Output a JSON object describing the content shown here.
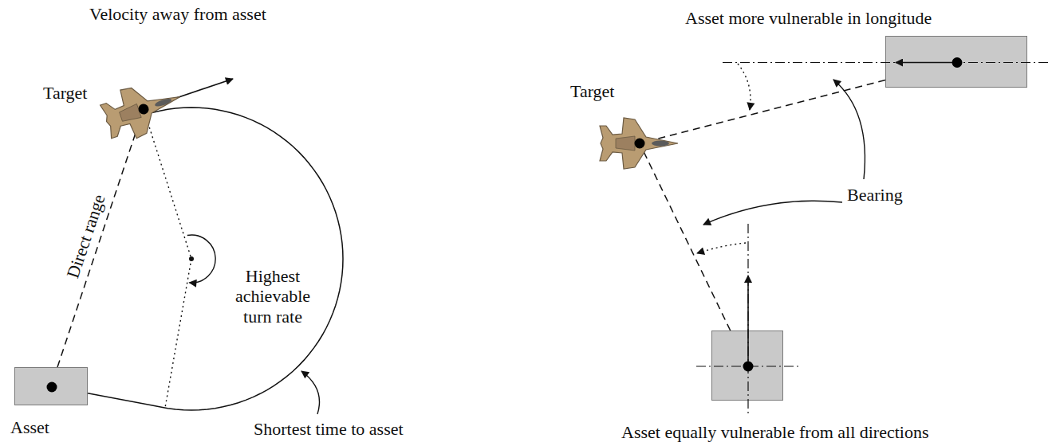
{
  "diagram": {
    "nodes": [
      {
        "text": [
          "Asset"
        ]
      },
      {
        "text": [
          "Target"
        ]
      },
      {
        "text": [
          "Target"
        ]
      },
      {
        "text": [
          "Asset more vulnerable in longitude"
        ]
      },
      {
        "text": [
          "Asset equally vulnerable from all directions"
        ]
      }
    ],
    "edges": [
      {
        "from": 0,
        "to": 1,
        "arrow": "none",
        "label": "Direct range"
      },
      {
        "from": 1,
        "to": 0,
        "arrow": "none"
      },
      {
        "from": 3,
        "to": 2,
        "arrow": "none"
      },
      {
        "from": 4,
        "to": 2,
        "arrow": "none"
      }
    ],
    "labels": [
      "Velocity away from asset",
      "Highest achievable turn rate",
      "Shortest time to asset",
      "Bearing"
    ]
  }
}
